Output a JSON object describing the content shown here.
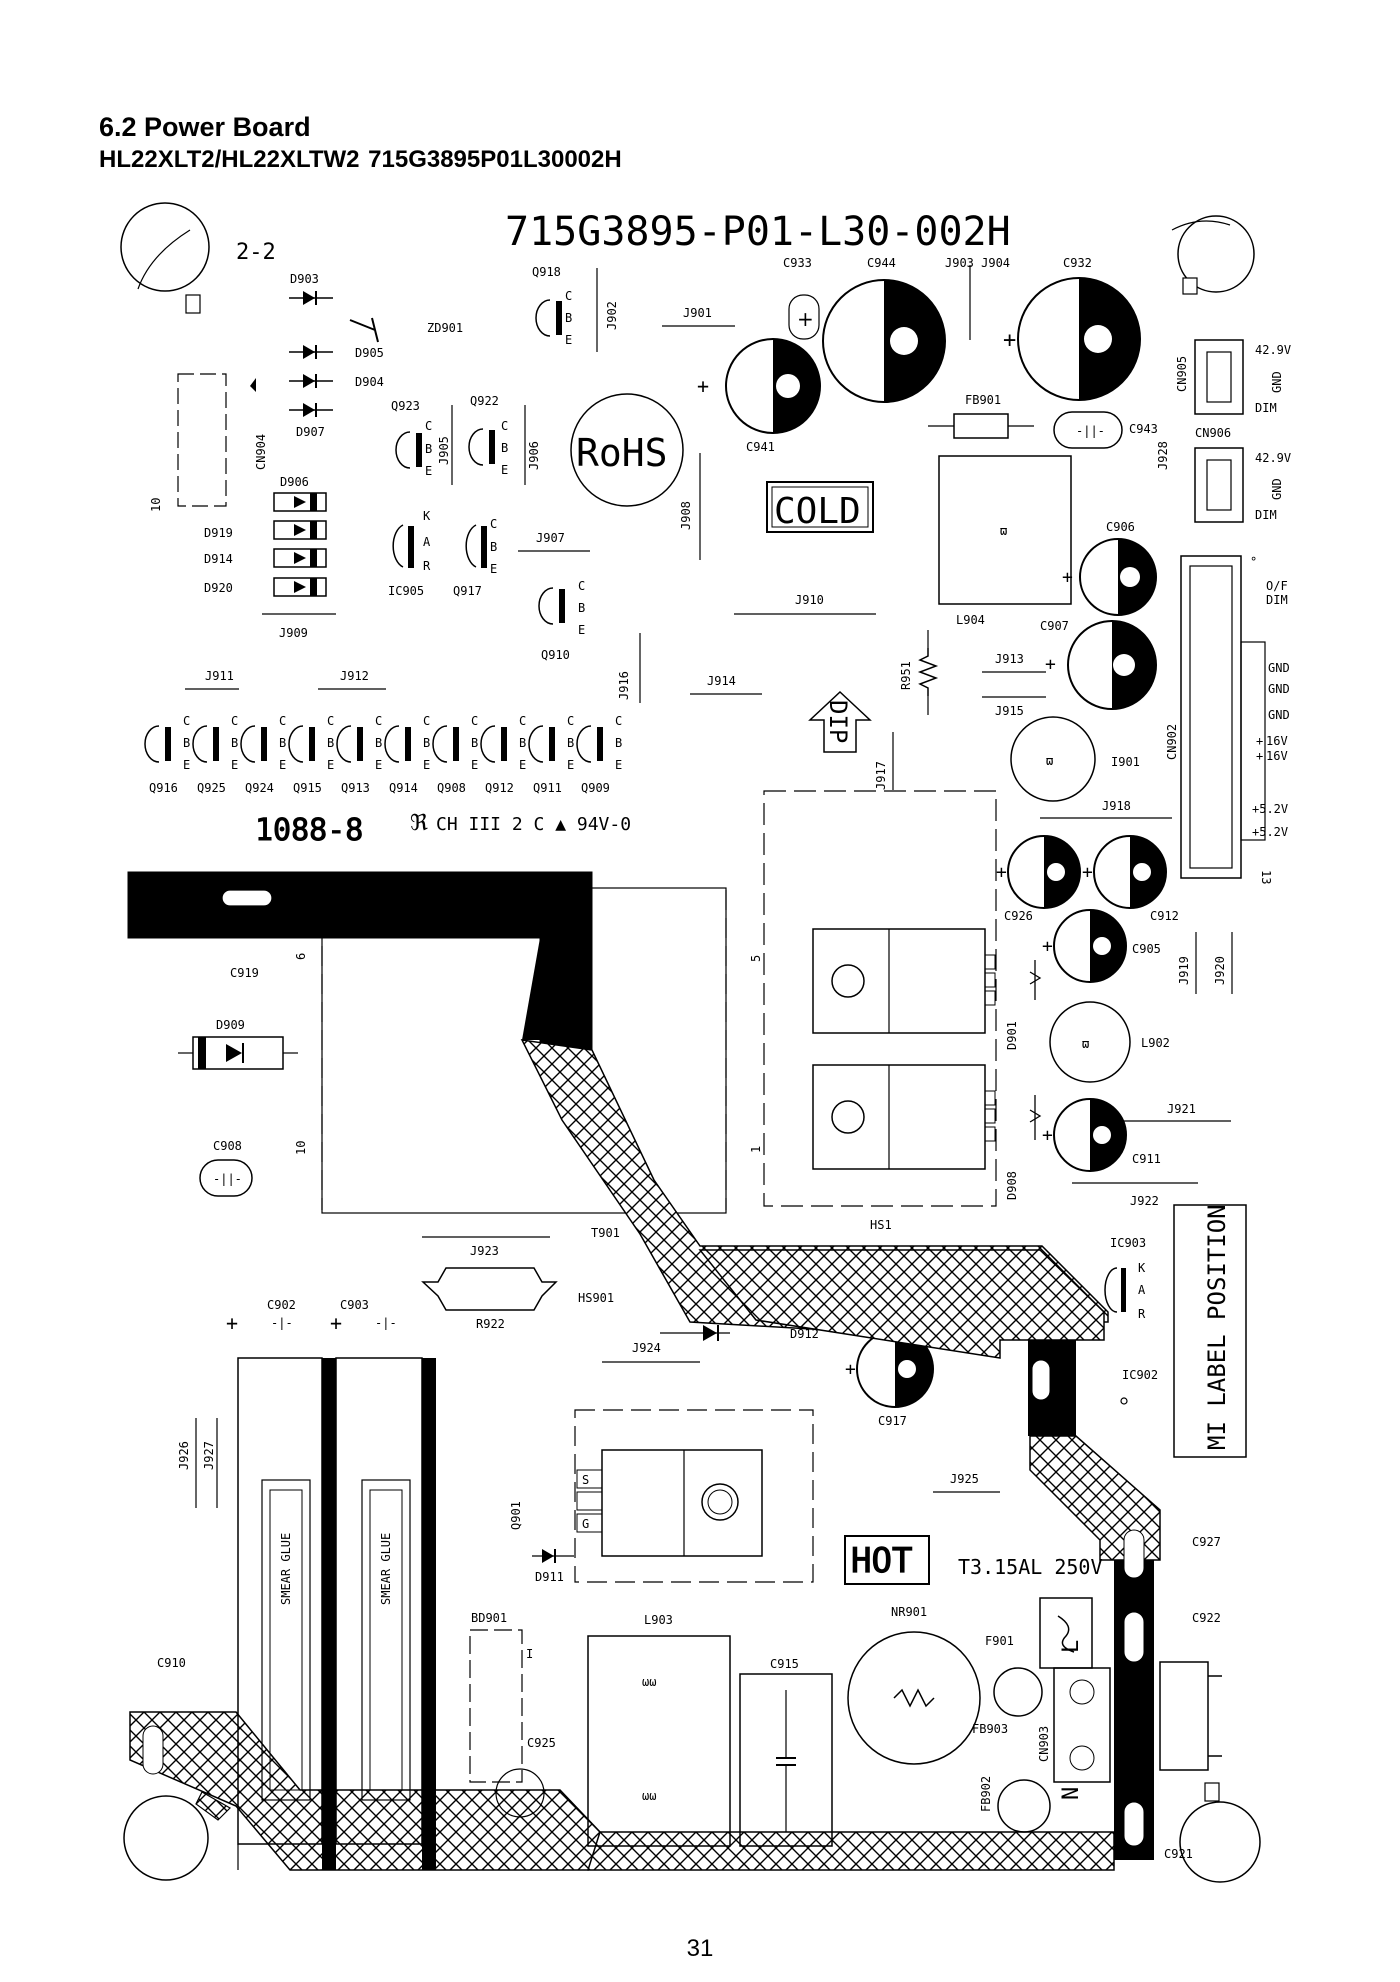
{
  "header": {
    "section_title": "6.2 Power Board",
    "subtitle": "HL22XLT2/HL22XLTW2    715G3895P01L30002H"
  },
  "board": {
    "pcb_code": "715G3895-P01-L30-002H",
    "revision": "2-2",
    "rohs": "RoHS",
    "cold": "COLD",
    "hot": "HOT",
    "dip": "DIP",
    "fuse_rating": "T3.15AL 250V",
    "ul_marking": "CH III 2 C ▲ 94V-0",
    "date_code": "1088-8",
    "label_position": "MI LABEL POSITION",
    "smear_glue": "SMEAR GLUE",
    "connector_pins": {
      "cn905": [
        "42.9V",
        "GND",
        "DIM"
      ],
      "cn906": [
        "42.9V",
        "GND",
        "DIM"
      ],
      "cn902": [
        "O/F",
        "DIM",
        "GND",
        "GND",
        "GND",
        "16V",
        "16V",
        "+5.2V",
        "+5.2V",
        "13"
      ]
    },
    "pin_numbers": {
      "cn904_10": "10",
      "t901_6": "6",
      "t901_10": "10",
      "t901_5": "5",
      "t901_1": "1"
    },
    "refs": {
      "D903": "D903",
      "D905": "D905",
      "D904": "D904",
      "D907": "D907",
      "D906": "D906",
      "D919": "D919",
      "D914": "D914",
      "D920": "D920",
      "ZD901": "ZD901",
      "Q918": "Q918",
      "J902": "J902",
      "J901": "J901",
      "C933": "C933",
      "C944": "C944",
      "C932": "C932",
      "J903J904": "J903 J904",
      "CN905": "CN905",
      "CN906": "CN906",
      "CN904": "CN904",
      "Q923": "Q923",
      "Q922": "Q922",
      "J905": "J905",
      "J906": "J906",
      "C941": "C941",
      "FB901": "FB901",
      "C943": "C943",
      "J928": "J928",
      "J908": "J908",
      "J909": "J909",
      "IC905": "IC905",
      "Q917": "Q917",
      "J907": "J907",
      "Q910": "Q910",
      "L904": "L904",
      "C906": "C906",
      "C907": "C907",
      "J910": "J910",
      "R951": "R951",
      "J913": "J913",
      "J915": "J915",
      "J911": "J911",
      "J912": "J912",
      "J916": "J916",
      "J914": "J914",
      "J917": "J917",
      "I901": "I901",
      "CN902": "CN902",
      "J918": "J918",
      "Q916": "Q916",
      "Q925": "Q925",
      "Q924": "Q924",
      "Q915": "Q915",
      "Q913": "Q913",
      "Q914": "Q914",
      "Q908": "Q908",
      "Q912": "Q912",
      "Q911": "Q911",
      "Q909": "Q909",
      "C926": "C926",
      "C912": "C912",
      "C905": "C905",
      "J919": "J919",
      "J920": "J920",
      "C919": "C919",
      "D909": "D909",
      "D901": "D901",
      "L902": "L902",
      "C908": "C908",
      "D908": "D908",
      "J921": "J921",
      "C911": "C911",
      "J922": "J922",
      "T901": "T901",
      "HS1": "HS1",
      "J923": "J923",
      "R922": "R922",
      "HS901": "HS901",
      "IC903": "IC903",
      "C902": "C902",
      "C903": "C903",
      "D912": "D912",
      "J924": "J924",
      "IC902": "IC902",
      "C917": "C917",
      "J926": "J926",
      "J927": "J927",
      "Q901": "Q901",
      "J925": "J925",
      "C927": "C927",
      "D911": "D911",
      "BD901": "BD901",
      "L903": "L903",
      "NR901": "NR901",
      "C922": "C922",
      "F901": "F901",
      "C915": "C915",
      "C910": "C910",
      "FB903": "FB903",
      "CN903": "CN903",
      "FB902": "FB902",
      "C925": "C925",
      "C921": "C921",
      "pinC": "C",
      "pinB": "B",
      "pinE": "E",
      "pinK": "K",
      "pinA": "A",
      "pinR": "R",
      "pinS": "S",
      "pinG": "G",
      "pinL": "L",
      "pinN": "N"
    }
  },
  "page": {
    "number": "31"
  }
}
